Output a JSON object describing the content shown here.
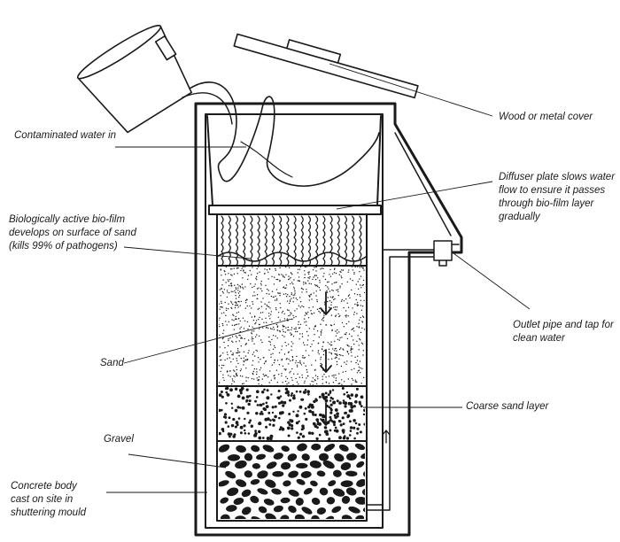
{
  "labels": {
    "contaminated_water": "Contaminated water in",
    "wood_cover": "Wood or metal cover",
    "diffuser": "Diffuser plate slows water\nflow to ensure it passes\nthrough bio-film layer\ngradually",
    "biofilm": "Biologically active bio-film\ndevelops on surface of sand\n(kills 99% of pathogens)",
    "outlet": "Outlet pipe and tap for\nclean water",
    "sand": "Sand",
    "coarse_sand": "Coarse sand layer",
    "gravel": "Gravel",
    "concrete": "Concrete body\ncast on site in\nshuttering mould"
  },
  "colors": {
    "line": "#1a1a1a",
    "background": "#ffffff"
  },
  "icons": [
    "bucket-icon",
    "flow-arrow-icon"
  ]
}
